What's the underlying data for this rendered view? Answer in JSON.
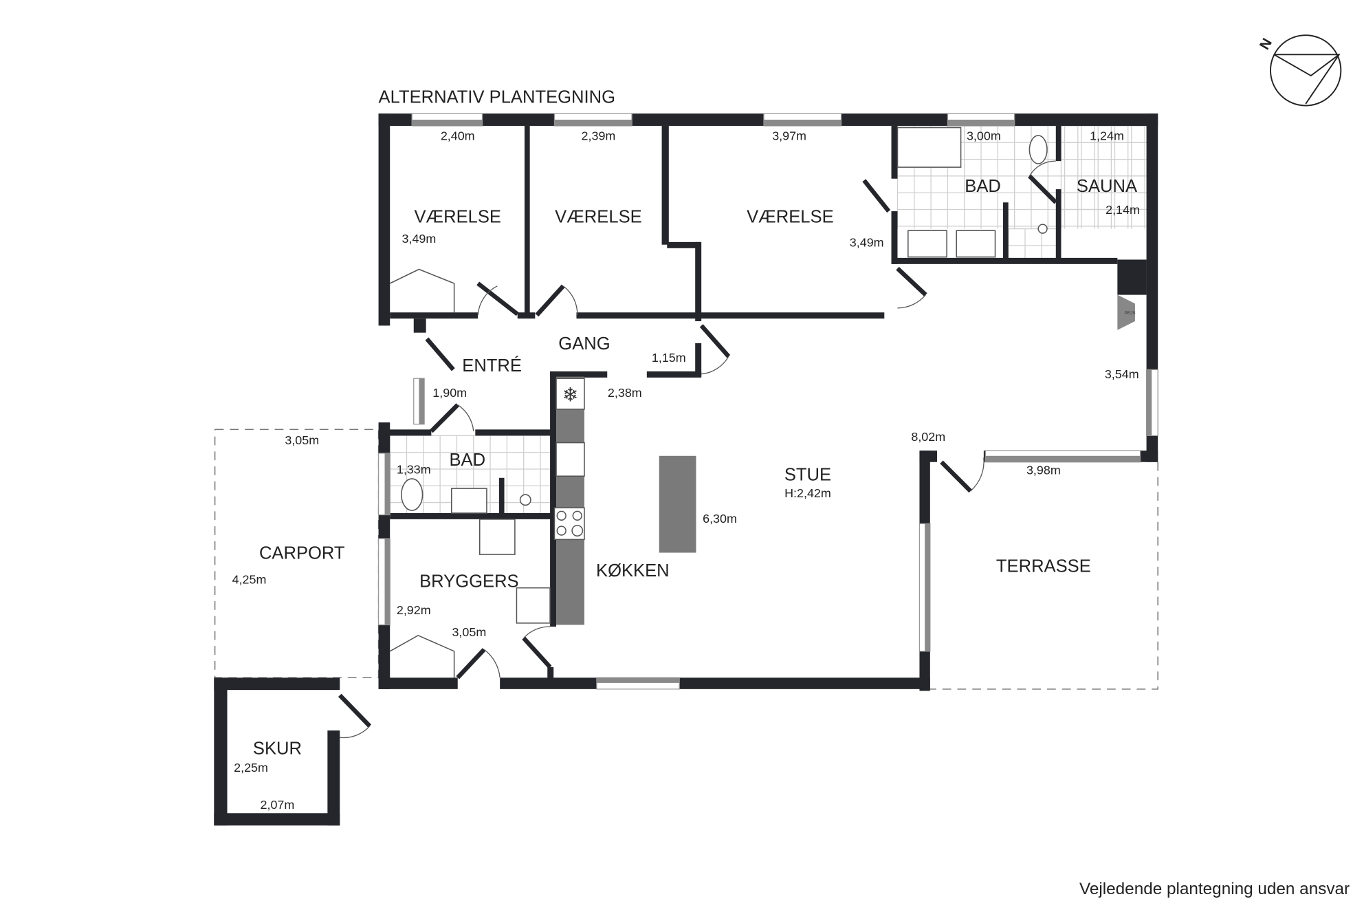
{
  "title": "ALTERNATIV PLANTEGNING",
  "footer_note": "Vejledende plantegning uden ansvar",
  "compass_label": "N",
  "rooms": {
    "vaerelse1": {
      "name": "VÆRELSE",
      "width": "2,40m",
      "depth": "3,49m"
    },
    "vaerelse2": {
      "name": "VÆRELSE",
      "width": "2,39m"
    },
    "vaerelse3": {
      "name": "VÆRELSE",
      "width": "3,97m",
      "depth": "3,49m"
    },
    "bad1": {
      "name": "BAD",
      "width": "3,00m"
    },
    "sauna": {
      "name": "SAUNA",
      "width": "1,24m",
      "depth": "2,14m"
    },
    "gang": {
      "name": "GANG",
      "dim": "1,15m"
    },
    "entre": {
      "name": "ENTRÉ",
      "dim": "1,90m"
    },
    "bad2": {
      "name": "BAD",
      "dim": "1,33m"
    },
    "bryggers": {
      "name": "BRYGGERS",
      "depth": "2,92m",
      "width": "3,05m"
    },
    "koekken": {
      "name": "KØKKEN",
      "dim": "2,38m"
    },
    "stue": {
      "name": "STUE",
      "height": "H:2,42m",
      "depth": "6,30m",
      "width": "8,02m",
      "side": "3,54m"
    },
    "terrasse": {
      "name": "TERRASSE",
      "width": "3,98m"
    },
    "carport": {
      "name": "CARPORT",
      "width": "3,05m",
      "depth": "4,25m"
    },
    "skur": {
      "name": "SKUR",
      "depth": "2,25m",
      "width": "2,07m"
    }
  },
  "fireplace_label": "PEJS",
  "colors": {
    "wall": "#24262b",
    "window": "#8a8a8a",
    "island": "#7a7a7a"
  }
}
